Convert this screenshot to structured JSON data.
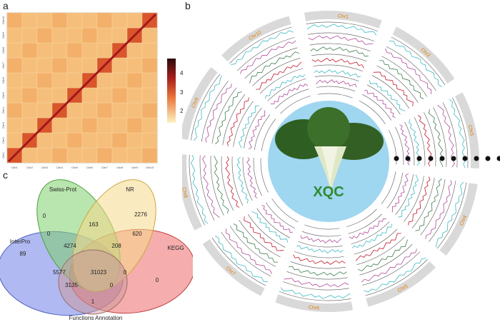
{
  "labels": {
    "a": "a",
    "b": "b",
    "c": "c"
  },
  "heatmap": {
    "chromosomes": [
      "Chr1",
      "Chr2",
      "Chr3",
      "Chr4",
      "Chr5",
      "Chr6",
      "Chr7",
      "Chr8",
      "Chr9",
      "Chr10"
    ],
    "colorbar_ticks": [
      "4",
      "3",
      "2"
    ],
    "colors": {
      "high": "#2b0b0b",
      "mid": "#c7301f",
      "low": "#f7e3a0",
      "base": "#f0a860"
    }
  },
  "circos": {
    "center_label": "XQC",
    "center_label_color": "#2f8a2f",
    "chromosomes": [
      "Chr1",
      "Chr2",
      "Chr3",
      "Chr4",
      "Chr5",
      "Chr6",
      "Chr7",
      "Chr8",
      "Chr9",
      "Chr10"
    ],
    "track_colors": [
      "#3bb8c2",
      "#b04a9a",
      "#3b7d4b",
      "#c2162b"
    ],
    "chr_label_color": "#e07b00"
  },
  "venn": {
    "sets": [
      "Swiss-Prot",
      "NR",
      "KEGG",
      "InterPro",
      "Functions Annotation"
    ],
    "counts": [
      "0",
      "2276",
      "163",
      "620",
      "0",
      "4274",
      "208",
      "89",
      "5577",
      "31023",
      "0",
      "3135",
      "0",
      "1"
    ],
    "set_colors": [
      "#7fcf6c",
      "#f5d98a",
      "#ee6a6a",
      "#6f7fe6",
      "#c99a9a"
    ]
  }
}
